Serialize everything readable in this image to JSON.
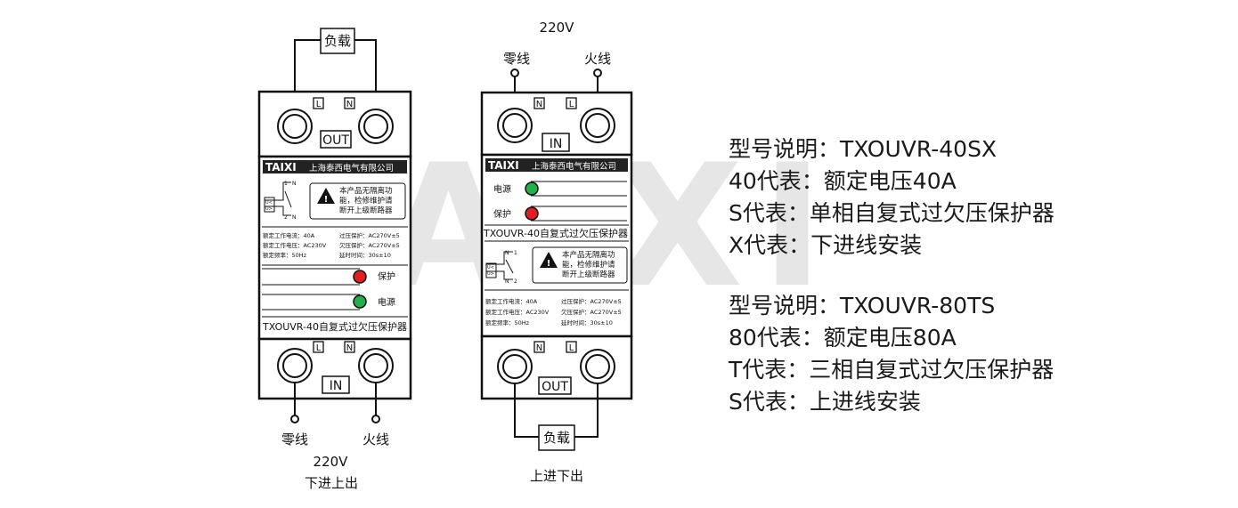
{
  "watermark": "TAIXI",
  "left_device": {
    "load": "负载",
    "top_terminals": [
      "L",
      "N"
    ],
    "top_port": "OUT",
    "brand": "TAIXI",
    "company": "上海泰西电气有限公司",
    "warning": [
      "本产品无隔离功",
      "能，检修维护请",
      "断开上级断路器"
    ],
    "wiring_labels": [
      "1",
      "N",
      "U<",
      "U>",
      "2",
      "N"
    ],
    "specs_left": [
      "额定工作电流：40A",
      "额定工作电压：AC230V",
      "额定频率：50Hz"
    ],
    "specs_right": [
      "过压保护：AC270V±5",
      "欠压保护：AC270V±5",
      "延时时间：30s±10"
    ],
    "indicators": [
      {
        "label": "保护",
        "color": "#e02020"
      },
      {
        "label": "电源",
        "color": "#22b04a"
      }
    ],
    "model": "TXOUVR-40自复式过欠压保护器",
    "bottom_terminals": [
      "L",
      "N"
    ],
    "bottom_port": "IN",
    "wire_labels": [
      "零线",
      "火线"
    ],
    "voltage": "220V",
    "caption": "下进上出"
  },
  "right_device": {
    "voltage": "220V",
    "wire_labels": [
      "零线",
      "火线"
    ],
    "top_terminals": [
      "N",
      "L"
    ],
    "top_port": "IN",
    "brand": "TAIXI",
    "company": "上海泰西电气有限公司",
    "indicators": [
      {
        "label": "电源",
        "color": "#22b04a"
      },
      {
        "label": "保护",
        "color": "#e02020"
      }
    ],
    "model": "TXOUVR-40自复式过欠压保护器",
    "warning": [
      "本产品无隔离功",
      "能，检修维护请",
      "断开上级断路器"
    ],
    "wiring_labels": [
      "N",
      "1",
      "U<",
      "U>",
      "N",
      "2"
    ],
    "specs_left": [
      "额定工作电流：40A",
      "额定工作电压：AC230V",
      "额定频率：50Hz"
    ],
    "specs_right": [
      "过压保护：AC270V±5",
      "欠压保护：AC270V±5",
      "延时时间：30s±10"
    ],
    "bottom_terminals": [
      "N",
      "L"
    ],
    "bottom_port": "OUT",
    "load": "负载",
    "caption": "上进下出"
  },
  "descriptions": [
    [
      "型号说明：TXOUVR-40SX",
      "40代表：额定电压40A",
      "S代表：单相自复式过欠压保护器",
      "X代表：下进线安装"
    ],
    [
      "型号说明：TXOUVR-80TS",
      "80代表：额定电压80A",
      "T代表：三相自复式过欠压保护器",
      "S代表：上进线安装"
    ]
  ]
}
